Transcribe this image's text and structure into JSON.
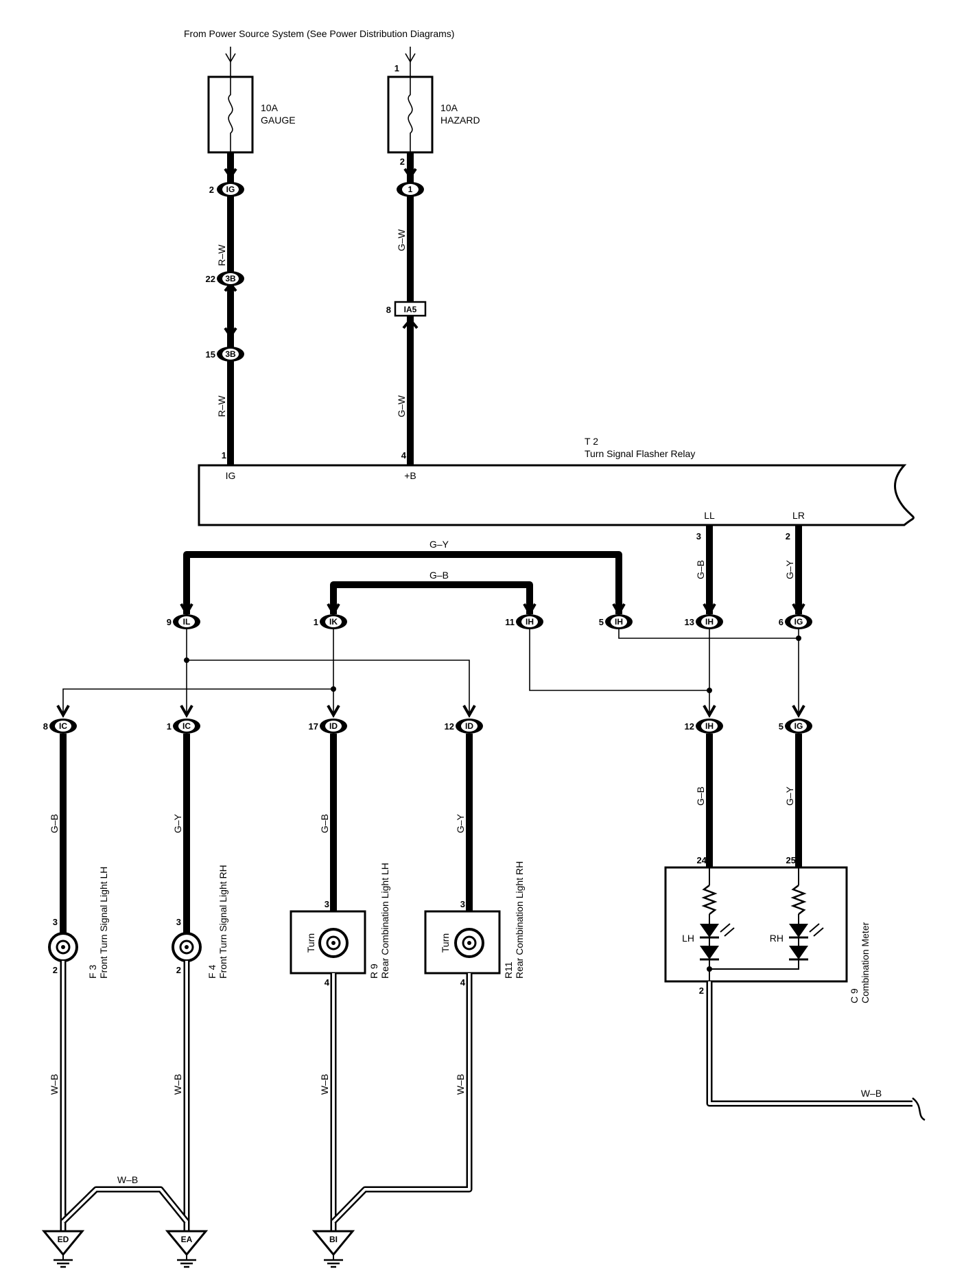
{
  "header": {
    "source_text": "From Power Source System (See Power Distribution Diagrams)"
  },
  "fuses": {
    "gauge": {
      "rating": "10A",
      "name": "GAUGE"
    },
    "hazard": {
      "rating": "10A",
      "name": "HAZARD",
      "pin_in": "1",
      "pin_out": "2"
    }
  },
  "connectors": {
    "ig_top": {
      "pin": "2",
      "label": "IG"
    },
    "hz1": {
      "pin": "",
      "label": "1"
    },
    "b3_22": {
      "pin": "22",
      "label": "3B"
    },
    "b3_15": {
      "pin": "15",
      "label": "3B"
    },
    "ia5": {
      "pin": "8",
      "label": "IA5"
    },
    "il9": {
      "pin": "9",
      "label": "IL"
    },
    "ik1": {
      "pin": "1",
      "label": "IK"
    },
    "ih11": {
      "pin": "11",
      "label": "IH"
    },
    "ih5": {
      "pin": "5",
      "label": "IH"
    },
    "ih13": {
      "pin": "13",
      "label": "IH"
    },
    "ig6": {
      "pin": "6",
      "label": "IG"
    },
    "ic8": {
      "pin": "8",
      "label": "IC"
    },
    "ic1": {
      "pin": "1",
      "label": "IC"
    },
    "id17": {
      "pin": "17",
      "label": "ID"
    },
    "id12": {
      "pin": "12",
      "label": "ID"
    },
    "ih12": {
      "pin": "12",
      "label": "IH"
    },
    "ig5": {
      "pin": "5",
      "label": "IG"
    }
  },
  "wires": {
    "rw_upper": "R–W",
    "rw_lower": "R–W",
    "gw_upper": "G–W",
    "gw_lower": "G–W",
    "gy_bus": "G–Y",
    "gb_bus": "G–B",
    "gb_ll": "G–B",
    "gy_lr": "G–Y",
    "gb_f3": "G–B",
    "gy_f4": "G–Y",
    "gb_r9": "G–B",
    "gy_r11": "G–Y",
    "gb_c9": "G–B",
    "gy_c9": "G–Y",
    "wb_f3": "W–B",
    "wb_f4": "W–B",
    "wb_r9": "W–B",
    "wb_r11": "W–B",
    "wb_link": "W–B",
    "wb_c9": "W–B"
  },
  "relay": {
    "code": "T 2",
    "name": "Turn Signal Flasher Relay",
    "pin_ig": "1",
    "term_ig": "IG",
    "pin_b": "4",
    "term_b": "+B",
    "pin_ll": "3",
    "term_ll": "LL",
    "pin_lr": "2",
    "term_lr": "LR"
  },
  "components": {
    "f3": {
      "code": "F 3",
      "name": "Front Turn Signal Light LH",
      "pin_top": "3",
      "pin_bottom": "2"
    },
    "f4": {
      "code": "F 4",
      "name": "Front Turn Signal Light RH",
      "pin_top": "3",
      "pin_bottom": "2"
    },
    "r9": {
      "code": "R 9",
      "name": "Rear Combination Light LH",
      "pin_top": "3",
      "pin_bottom": "4",
      "inner": "Turn"
    },
    "r11": {
      "code": "R11",
      "name": "Rear Combination Light RH",
      "pin_top": "3",
      "pin_bottom": "4",
      "inner": "Turn"
    },
    "c9": {
      "code": "C 9",
      "name": "Combination Meter",
      "pin_lh": "24",
      "pin_rh": "25",
      "pin_gnd": "2",
      "lh": "LH",
      "rh": "RH"
    }
  },
  "grounds": {
    "ed": "ED",
    "ea": "EA",
    "bi": "BI"
  }
}
